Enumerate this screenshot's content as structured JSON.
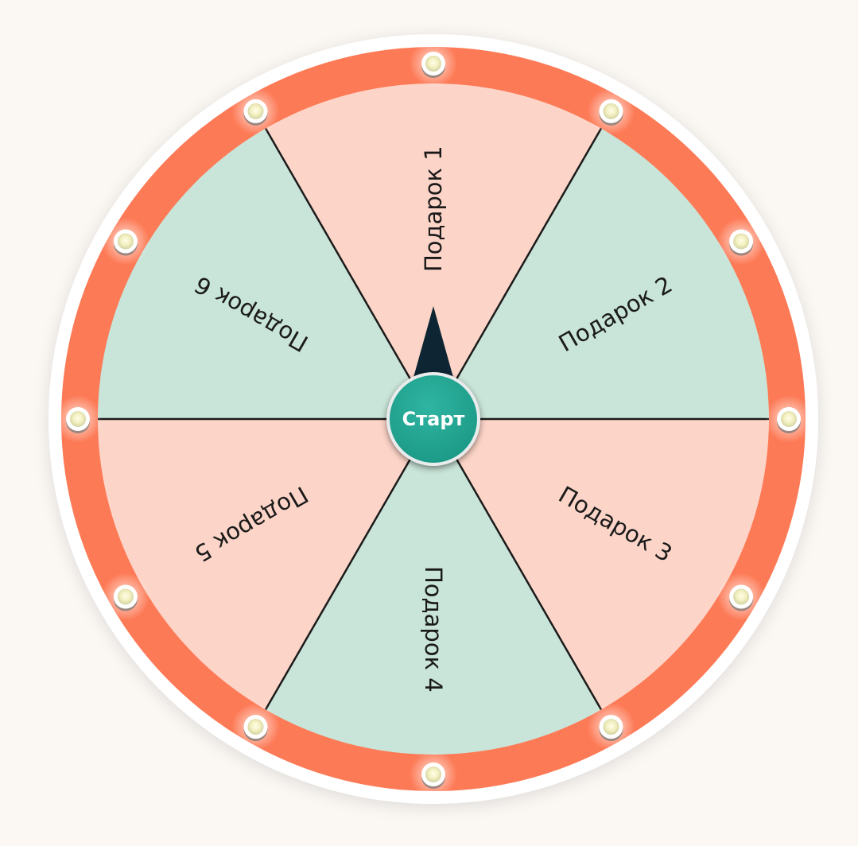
{
  "wheel": {
    "segments": [
      {
        "label": "Подарок 1",
        "color": "#fdd5c8"
      },
      {
        "label": "Подарок 2",
        "color": "#c9e4d8"
      },
      {
        "label": "Подарок 3",
        "color": "#fdd5c8"
      },
      {
        "label": "Подарок 4",
        "color": "#c9e4d8"
      },
      {
        "label": "Подарок 5",
        "color": "#fdd5c8"
      },
      {
        "label": "Подарок 6",
        "color": "#c9e4d8"
      }
    ],
    "bulb_count": 12,
    "rim_color": "#fd7a56",
    "pointer_color": "#0e2533"
  },
  "start_button": {
    "label": "Старт",
    "color": "#1fa08d"
  }
}
